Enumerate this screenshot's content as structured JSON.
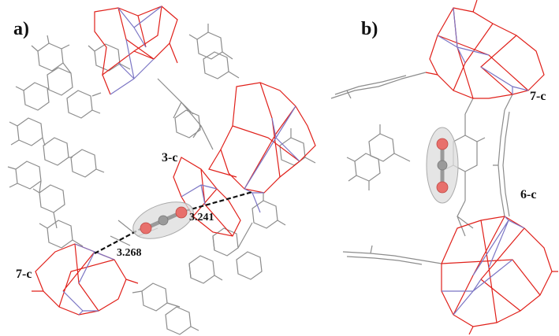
{
  "panels": [
    {
      "id": "a",
      "label": "a)",
      "cluster_labels": [
        "3-c",
        "7-c"
      ],
      "distances": [
        "3.241",
        "3.268"
      ]
    },
    {
      "id": "b",
      "label": "b)",
      "cluster_labels": [
        "7-c",
        "6-c"
      ]
    }
  ],
  "colors": {
    "carbon_bond": "#8c8c8c",
    "oxygen_bond": "#e0201a",
    "metal_bond": "#7b75c4",
    "guest_oxygen": "#e8706c",
    "guest_carbon": "#9a9a9a",
    "guest_ellipsoid": "#d9d9d9",
    "contact_line": "#111111"
  },
  "guest_molecule": "CO2"
}
